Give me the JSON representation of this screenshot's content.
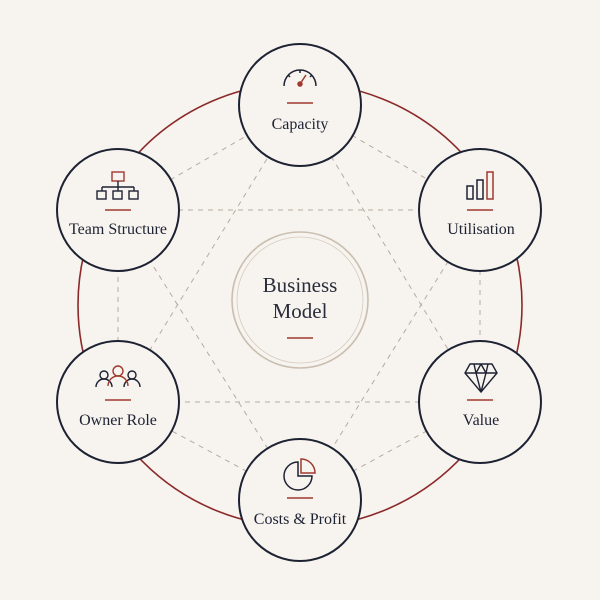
{
  "diagram": {
    "center": {
      "line1": "Business",
      "line2": "Model"
    },
    "nodes": [
      {
        "label": "Capacity",
        "icon": "gauge-icon"
      },
      {
        "label": "Utilisation",
        "icon": "bar-chart-icon"
      },
      {
        "label": "Value",
        "icon": "diamond-icon"
      },
      {
        "label": "Costs & Profit",
        "icon": "pie-chart-icon"
      },
      {
        "label": "Owner Role",
        "icon": "people-group-icon"
      },
      {
        "label": "Team Structure",
        "icon": "org-chart-icon"
      }
    ]
  },
  "colors": {
    "background": "#f7f3ee",
    "node_stroke": "#1d2233",
    "ring": "#8b2a2a",
    "accent": "#a0392f",
    "center_ring": "#c9beb0",
    "dashed_lines": "#b5aca2"
  }
}
